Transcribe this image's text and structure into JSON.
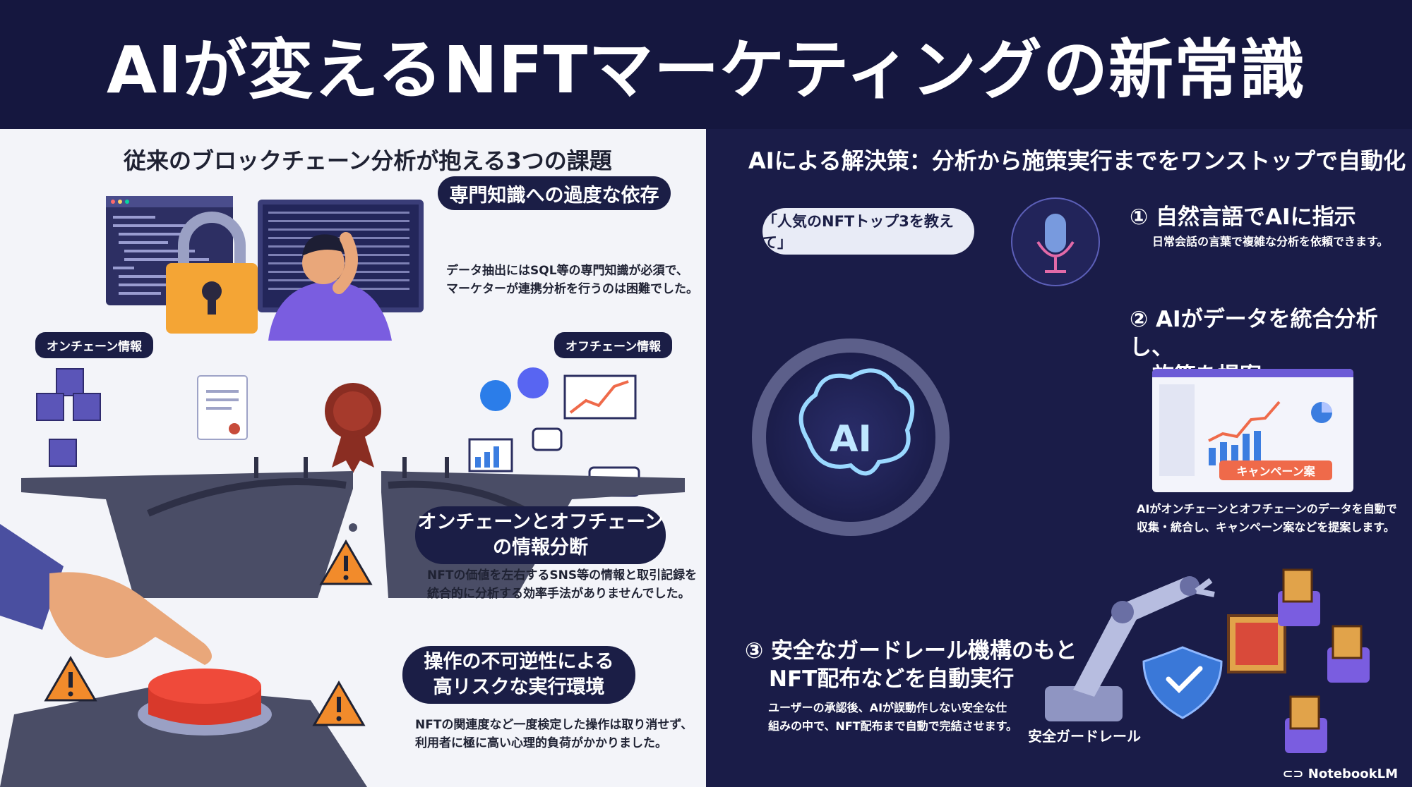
{
  "header": {
    "title": "AIが変えるNFTマーケティングの新常識"
  },
  "left": {
    "section_title": "従来のブロックチェーン分析が抱える3つの課題",
    "onchain_label": "オンチェーン情報",
    "offchain_label": "オフチェーン情報",
    "issues": [
      {
        "title": "専門知識への過度な依存",
        "desc_lines": [
          "データ抽出にはSQL等の専門知識が必須で、",
          "マーケターが連携分析を行うのは困難でした。"
        ]
      },
      {
        "title_lines": [
          "オンチェーンとオフチェーン",
          "の情報分断"
        ],
        "desc_lines": [
          "NFTの価値を左右するSNS等の情報と取引記録を",
          "統合的に分析する効率手法がありませんでした。"
        ]
      },
      {
        "title_lines": [
          "操作の不可逆性による",
          "高リスクな実行環境"
        ],
        "desc_lines": [
          "NFTの関連度など一度検定した操作は取り消せず、",
          "利用者に極に高い心理的負荷がかかりました。"
        ]
      }
    ]
  },
  "right": {
    "section_title": "AIによる解決策：分析から施策実行までをワンストップで自動化",
    "bubble_text": "「人気のNFTトップ3を教えて」",
    "ai_label": "AI",
    "steps": [
      {
        "title": "① 自然言語でAIに指示",
        "desc": "日常会話の言葉で複雑な分析を依頼できます。"
      },
      {
        "title_lines": [
          "② AIがデータを統合分析し、",
          "施策を提案"
        ],
        "desc_lines": [
          "AIがオンチェーンとオフチェーンのデータを自動で",
          "収集・統合し、キャンペーン案などを提案します。"
        ]
      },
      {
        "title_lines": [
          "③ 安全なガードレール機構のもと",
          "NFT配布などを自動実行"
        ],
        "desc_lines": [
          "ユーザーの承認後、AIが誤動作しない安全な仕",
          "組みの中で、NFT配布まで自動で完結させます。"
        ]
      }
    ],
    "campaign_button": "キャンペーン案",
    "guardrail_label": "安全ガードレール",
    "brand": "NotebookLM"
  },
  "colors": {
    "navy": "#15173f",
    "panel_light": "#f3f4f9",
    "accent_orange": "#ef6a4a",
    "ai_blue": "#7fd3ff"
  }
}
